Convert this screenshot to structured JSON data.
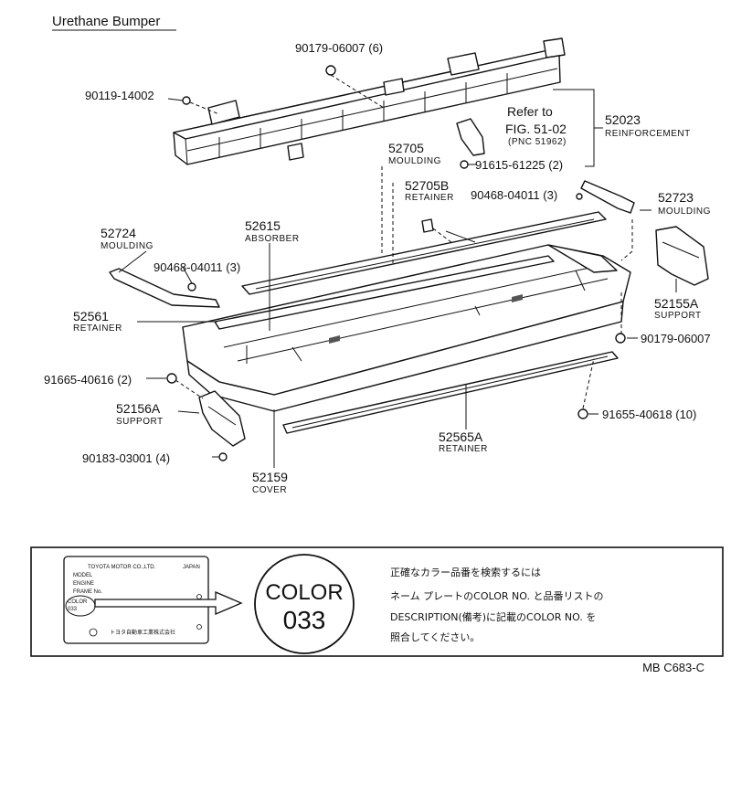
{
  "title": "Urethane Bumper",
  "parts": {
    "p90179_top": "90179-06007 (6)",
    "p90119": "90119-14002",
    "refer_to": "Refer to",
    "fig": "FIG. 51-02",
    "pnc": "(PNC 51962)",
    "p52023": "52023",
    "p52023_name": "REINFORCEMENT",
    "p52705": "52705",
    "p52705_name": "MOULDING",
    "p91615": "91615-61225 (2)",
    "p52705b": "52705B",
    "p52705b_name": "RETAINER",
    "p90468_right": "90468-04011 (3)",
    "p52723": "52723",
    "p52723_name": "MOULDING",
    "p52724": "52724",
    "p52724_name": "MOULDING",
    "p52615": "52615",
    "p52615_name": "ABSORBER",
    "p90468_left": "90468-04011 (3)",
    "p52561": "52561",
    "p52561_name": "RETAINER",
    "p52155a": "52155A",
    "p52155a_name": "SUPPORT",
    "p90179_right": "90179-06007",
    "p91665": "91665-40616 (2)",
    "p52156a": "52156A",
    "p52156a_name": "SUPPORT",
    "p91655": "91655-40618 (10)",
    "p52565a": "52565A",
    "p52565a_name": "RETAINER",
    "p90183": "90183-03001 (4)",
    "p52159": "52159",
    "p52159_name": "COVER"
  },
  "plate": {
    "maker": "TOYOTA MOTOR CO.,LTD.",
    "country": "JAPAN",
    "model": "MODEL",
    "engine": "ENGINE",
    "frame": "FRAME No.",
    "color": "COLOR",
    "code": "033",
    "jp_maker": "トヨタ自動車工業株式会社"
  },
  "color_circle": {
    "word": "COLOR",
    "code": "033"
  },
  "instructions": [
    "正確なカラー品番を検索するには",
    "ネーム プレートのCOLOR  NO. と品番リストの",
    "DESCRIPTION(備考)に記載のCOLOR  NO. を",
    "照合してください。"
  ],
  "figure_code": "MB  C683-C"
}
